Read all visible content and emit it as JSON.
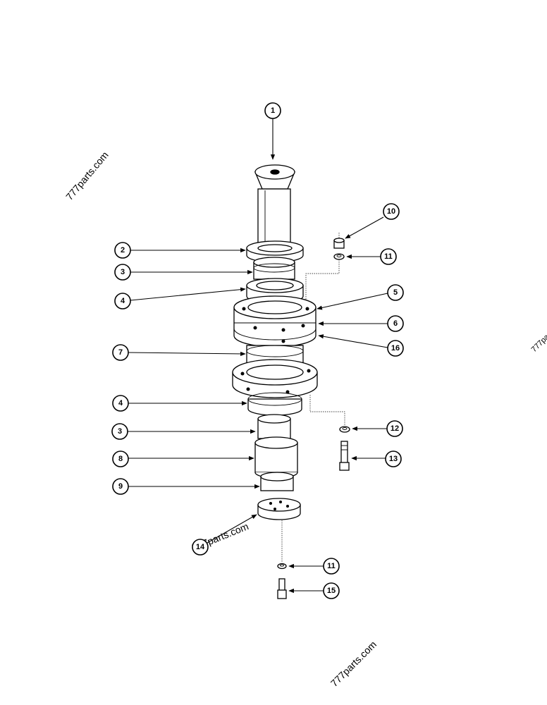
{
  "watermarks": [
    "777parts.com",
    "777parts.com",
    "777parts.com",
    "777pa"
  ],
  "callouts": [
    "1",
    "2",
    "3",
    "4",
    "5",
    "6",
    "16",
    "7",
    "4",
    "3",
    "8",
    "9",
    "10",
    "11",
    "12",
    "13",
    "11",
    "15",
    "14"
  ]
}
